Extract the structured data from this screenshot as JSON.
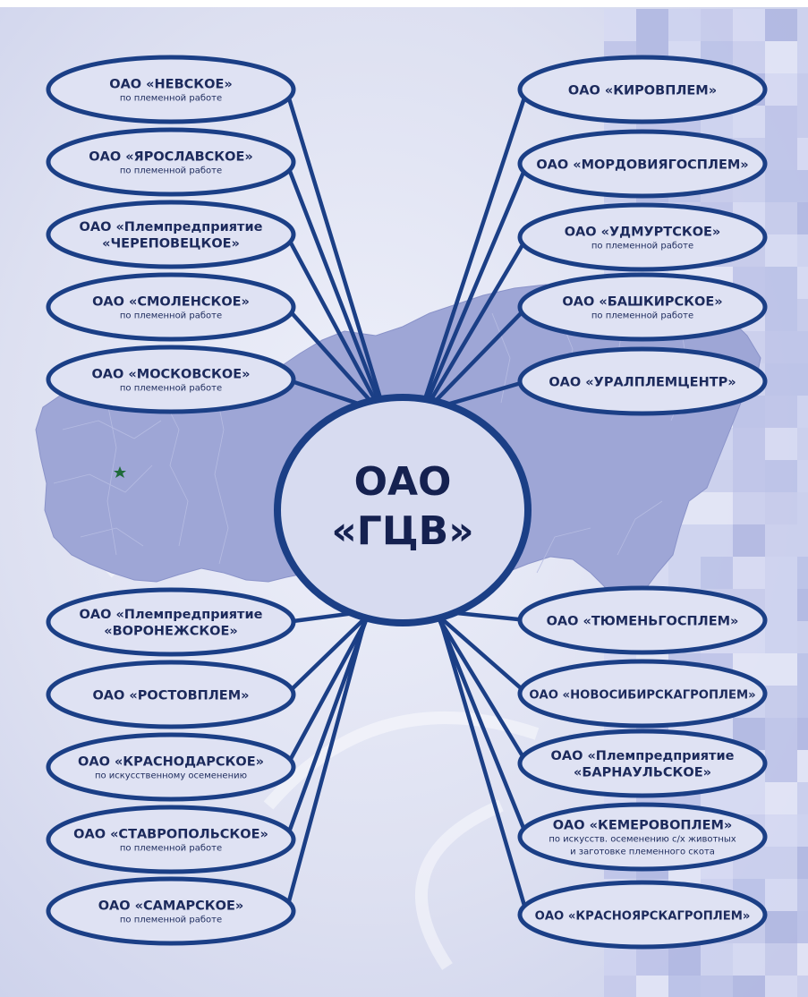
{
  "center": {
    "line1": "ОАО",
    "line2": "«ГЦВ»"
  },
  "left_nodes": [
    {
      "title": "ОАО «НЕВСКОЕ»",
      "subtitle": "по племенной работе"
    },
    {
      "title": "ОАО «ЯРОСЛАВСКОЕ»",
      "subtitle": "по племенной работе"
    },
    {
      "title": "ОАО «Племпредприятие",
      "subtitle": "«ЧЕРЕПОВЕЦКОЕ»"
    },
    {
      "title": "ОАО «СМОЛЕНСКОЕ»",
      "subtitle": "по племенной работе"
    },
    {
      "title": "ОАО «МОСКОВСКОЕ»",
      "subtitle": "по племенной работе"
    },
    {
      "title": "ОАО «Племпредприятие",
      "subtitle": "«ВОРОНЕЖСКОЕ»"
    },
    {
      "title": "ОАО «РОСТОВПЛЕМ»",
      "subtitle": ""
    },
    {
      "title": "ОАО «КРАСНОДАРСКОЕ»",
      "subtitle": "по искусственному осеменению"
    },
    {
      "title": "ОАО «СТАВРОПОЛЬСКОЕ»",
      "subtitle": "по племенной работе"
    },
    {
      "title": "ОАО «САМАРСКОЕ»",
      "subtitle": "по племенной работе"
    }
  ],
  "right_nodes": [
    {
      "title": "ОАО «КИРОВПЛЕМ»",
      "subtitle": ""
    },
    {
      "title": "ОАО «МОРДОВИЯГОСПЛЕМ»",
      "subtitle": ""
    },
    {
      "title": "ОАО «УДМУРТСКОЕ»",
      "subtitle": "по племенной работе"
    },
    {
      "title": "ОАО «БАШКИРСКОЕ»",
      "subtitle": "по племенной работе"
    },
    {
      "title": "ОАО «УРАЛПЛЕМЦЕНТР»",
      "subtitle": ""
    },
    {
      "title": "ОАО «ТЮМЕНЬГОСПЛЕМ»",
      "subtitle": ""
    },
    {
      "title": "ОАО «НОВОСИБИРСКАГРОПЛЕМ»",
      "subtitle": ""
    },
    {
      "title": "ОАО «Племпредприятие",
      "subtitle": "«БАРНАУЛЬСКОЕ»"
    },
    {
      "title": "ОАО «КЕМЕРОВОПЛЕМ»",
      "subtitle": "по искусств. осеменению с/х животных",
      "subtitle2": "и заготовке племенного скота"
    },
    {
      "title": "ОАО «КРАСНОЯРСКАГРОПЛЕМ»",
      "subtitle": ""
    }
  ],
  "colors": {
    "background": "#d9dcef",
    "map": "#9ea6d6",
    "ellipse_fill": "#dfe2f3",
    "ellipse_stroke": "#1b3f86",
    "connector": "#1b3f86",
    "center_fill": "#d7dbf0",
    "center_stroke": "#1b3f86",
    "text": "#1c2a5c",
    "moscow_marker": "#1f6b3a"
  },
  "icons": {
    "moscow_marker": "star-icon"
  }
}
